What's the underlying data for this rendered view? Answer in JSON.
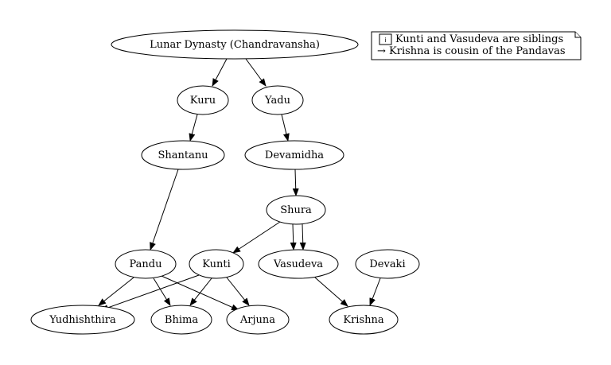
{
  "nodes": {
    "lunar": {
      "label": "Lunar Dynasty (Chandravansha)"
    },
    "kuru": {
      "label": "Kuru"
    },
    "yadu": {
      "label": "Yadu"
    },
    "shantanu": {
      "label": "Shantanu"
    },
    "devamidha": {
      "label": "Devamidha"
    },
    "shura": {
      "label": "Shura"
    },
    "pandu": {
      "label": "Pandu"
    },
    "kunti": {
      "label": "Kunti"
    },
    "vasudeva": {
      "label": "Vasudeva"
    },
    "devaki": {
      "label": "Devaki"
    },
    "yudhishthira": {
      "label": "Yudhishthira"
    },
    "bhima": {
      "label": "Bhima"
    },
    "arjuna": {
      "label": "Arjuna"
    },
    "krishna": {
      "label": "Krishna"
    }
  },
  "edges": [
    {
      "from": "lunar",
      "to": "kuru"
    },
    {
      "from": "lunar",
      "to": "yadu"
    },
    {
      "from": "kuru",
      "to": "shantanu"
    },
    {
      "from": "yadu",
      "to": "devamidha"
    },
    {
      "from": "shantanu",
      "to": "pandu"
    },
    {
      "from": "devamidha",
      "to": "shura"
    },
    {
      "from": "shura",
      "to": "kunti"
    },
    {
      "from": "shura",
      "to": "vasudeva"
    },
    {
      "from": "shura",
      "to": "vasudeva"
    },
    {
      "from": "pandu",
      "to": "yudhishthira"
    },
    {
      "from": "pandu",
      "to": "bhima"
    },
    {
      "from": "pandu",
      "to": "arjuna"
    },
    {
      "from": "kunti",
      "to": "yudhishthira"
    },
    {
      "from": "kunti",
      "to": "bhima"
    },
    {
      "from": "kunti",
      "to": "arjuna"
    },
    {
      "from": "vasudeva",
      "to": "krishna"
    },
    {
      "from": "devaki",
      "to": "krishna"
    }
  ],
  "note": {
    "icon": "info-icon",
    "line1": "Kunti and Vasudeva are siblings",
    "line2": "→ Krishna is cousin of the Pandavas"
  }
}
